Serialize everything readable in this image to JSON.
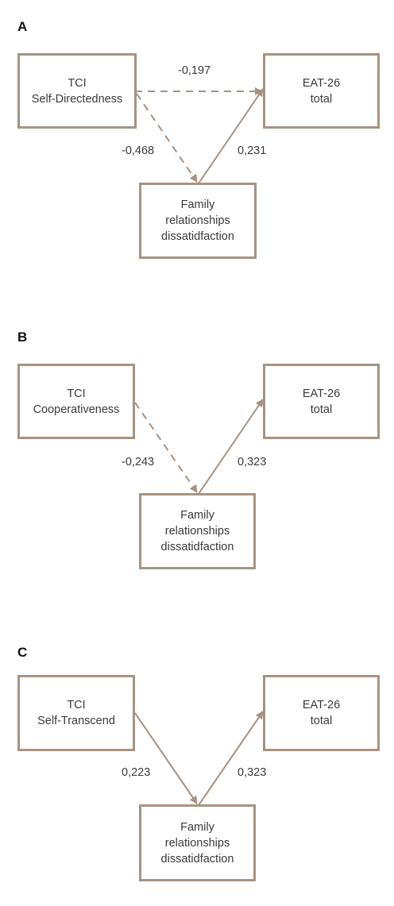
{
  "colors": {
    "line": "#a79384",
    "text": "#3a3a3a",
    "letter": "#111111"
  },
  "panels": [
    {
      "letter": "A",
      "predictor": {
        "line1": "TCI",
        "line2": "Self-Directedness"
      },
      "outcome": {
        "line1": "EAT-26",
        "line2": "total"
      },
      "mediator": {
        "line1": "Family",
        "line2": "relationships",
        "line3": "dissatidfaction"
      },
      "paths": {
        "direct": {
          "label": "-0,197",
          "dashed": true
        },
        "a": {
          "label": "-0,468",
          "dashed": true
        },
        "b": {
          "label": "0,231",
          "dashed": false
        }
      }
    },
    {
      "letter": "B",
      "predictor": {
        "line1": "TCI",
        "line2": "Cooperativeness"
      },
      "outcome": {
        "line1": "EAT-26",
        "line2": "total"
      },
      "mediator": {
        "line1": "Family",
        "line2": "relationships",
        "line3": "dissatidfaction"
      },
      "paths": {
        "a": {
          "label": "-0,243",
          "dashed": true
        },
        "b": {
          "label": "0,323",
          "dashed": false
        }
      }
    },
    {
      "letter": "C",
      "predictor": {
        "line1": "TCI",
        "line2": "Self-Transcend"
      },
      "outcome": {
        "line1": "EAT-26",
        "line2": "total"
      },
      "mediator": {
        "line1": "Family",
        "line2": "relationships",
        "line3": "dissatidfaction"
      },
      "paths": {
        "a": {
          "label": "0,223",
          "dashed": false
        },
        "b": {
          "label": "0,323",
          "dashed": false
        }
      }
    }
  ]
}
